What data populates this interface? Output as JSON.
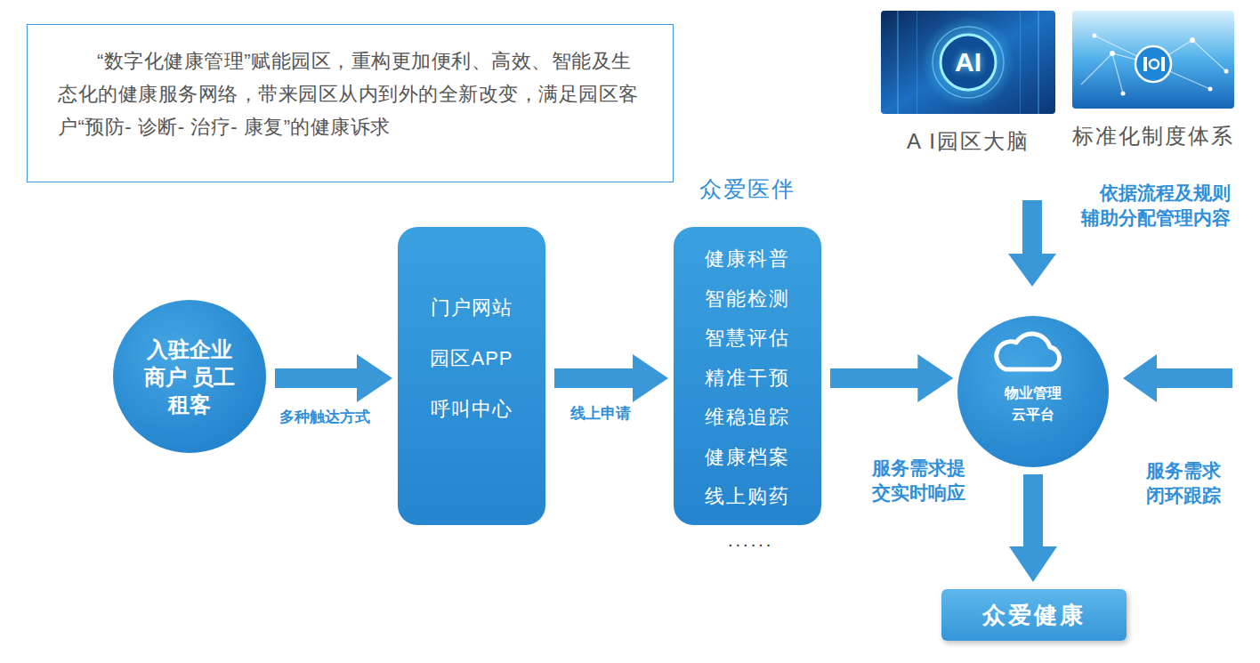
{
  "diagram": {
    "nodes": [
      {
        "text": [
          "“数字化健康管理”赋能园区，重构更加便利、高效、智能及生态化的健康服务网络，带来园区从内到外的全新改变，满足园区客户“预防- 诊断- 治疗- 康复”的健康诉求"
        ]
      },
      {
        "text": [
          "AI",
          "A I园区大脑"
        ]
      },
      {
        "text": [
          "标准化制度体系"
        ]
      },
      {
        "text": [
          "入驻企业 商户 员工 租客"
        ]
      },
      {
        "text": [
          "门户网站",
          "园区APP",
          "呼叫中心"
        ]
      },
      {
        "text": [
          "众爱医伴",
          "健康科普",
          "智能检测",
          "智慧评估",
          "精准干预",
          "维稳追踪",
          "健康档案",
          "线上购药"
        ]
      },
      {
        "text": [
          "物业管理 云平台"
        ]
      },
      {
        "text": [
          "众爱健康"
        ]
      }
    ],
    "edges": [
      {
        "from": 3,
        "to": 4,
        "arrow": "to",
        "label": "多种触达方式"
      },
      {
        "from": 4,
        "to": 5,
        "arrow": "to",
        "label": "线上申请"
      },
      {
        "from": 5,
        "to": 6,
        "arrow": "to"
      },
      {
        "from": 6,
        "to": 7,
        "arrow": "to"
      }
    ],
    "labels": [
      "依据流程及规则 辅助分配管理内容",
      "服务需求提 交实时响应",
      "服务需求 闭环跟踪",
      "......"
    ]
  }
}
